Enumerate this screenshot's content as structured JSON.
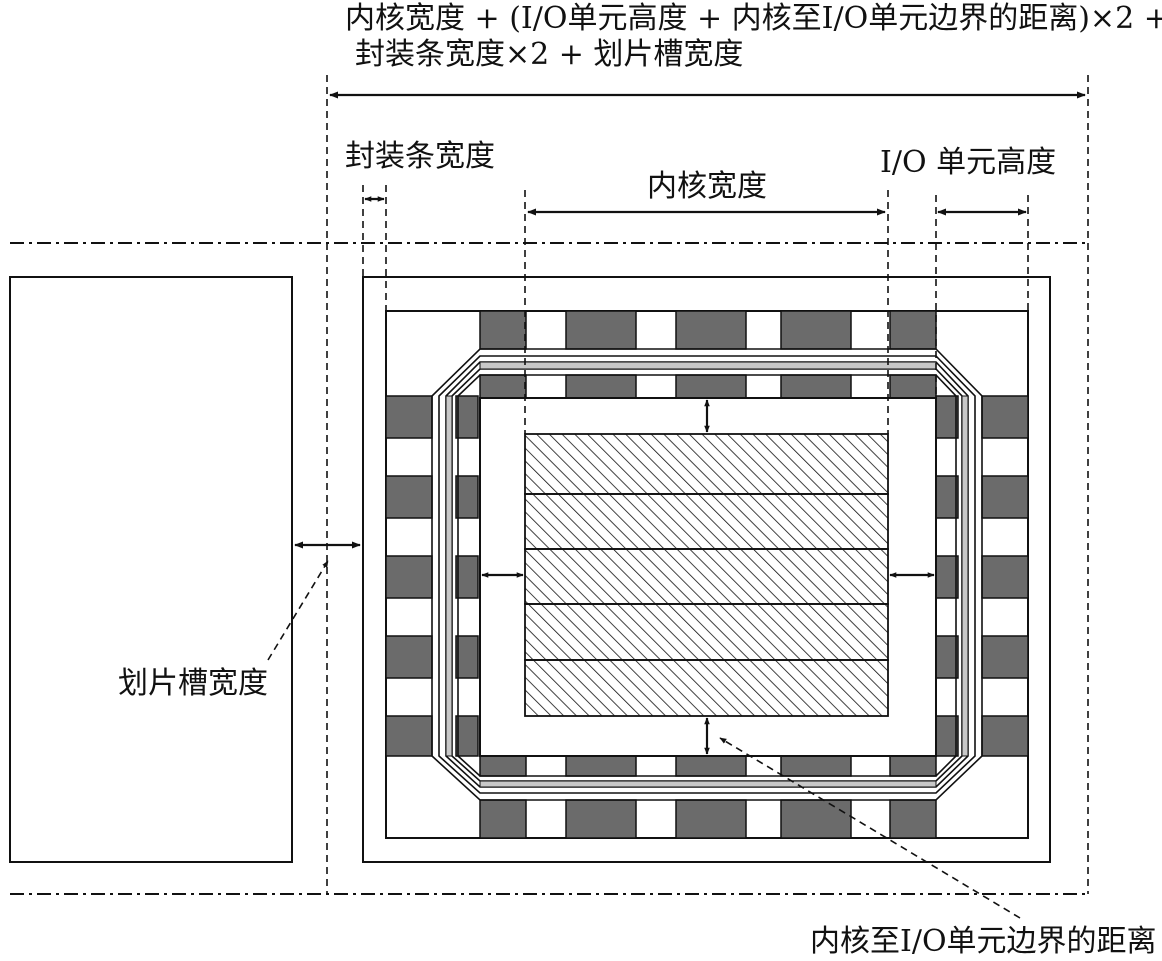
{
  "labels": {
    "total_width_line1": "内核宽度 + (I/O单元高度 + 内核至I/O单元边界的距离)×2 +",
    "total_width_line2": "封装条宽度×2 + 划片槽宽度",
    "seal_ring_width": "封装条宽度",
    "core_width": "内核宽度",
    "io_cell_height": "I/O 单元高度",
    "scribe_line_width": "划片槽宽度",
    "core_to_io_distance": "内核至I/O单元边界的距离"
  },
  "colors": {
    "pad_fill": "#6b6b6b",
    "line": "#111111",
    "background": "#ffffff",
    "hatch": "#111111"
  }
}
